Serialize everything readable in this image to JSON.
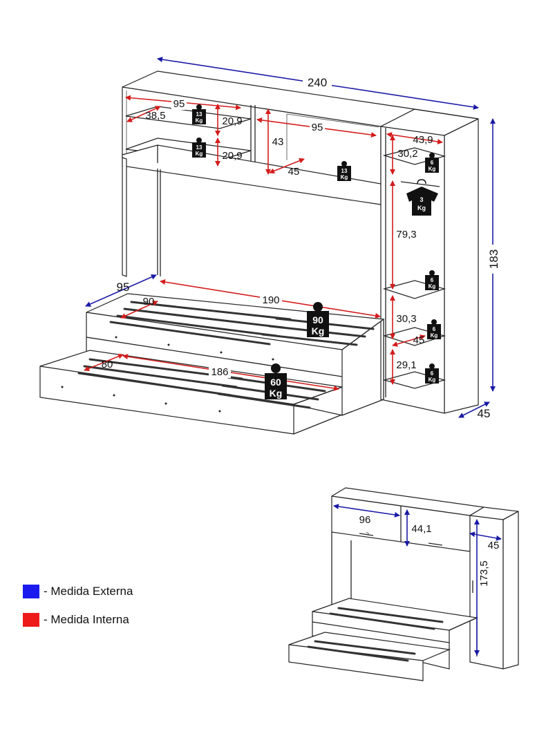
{
  "colors": {
    "external": "#1a1aa6",
    "internal": "#d41c1c",
    "line": "#222222"
  },
  "main_dimensions": {
    "width": "240",
    "height": "183",
    "depth": "45",
    "upper_left_width": "95",
    "upper_left_depth": "38,5",
    "upper_left_h1": "20,9",
    "upper_left_h2": "20,9",
    "upper_mid_width": "95",
    "upper_mid_height": "43",
    "upper_mid_depth": "45",
    "tower_width": "43,9",
    "tower_h_top": "30,2",
    "tower_h_hanging": "79,3",
    "tower_h_mid": "30,3",
    "tower_depth": "45",
    "tower_h_bottom": "29,1",
    "bed_depth_ext": "95",
    "bed_width_int": "90",
    "bed_length_int": "190",
    "trundle_width_int": "80",
    "trundle_length_int": "186"
  },
  "weights": [
    {
      "value": "13",
      "unit": "Kg"
    },
    {
      "value": "13",
      "unit": "Kg"
    },
    {
      "value": "13",
      "unit": "Kg"
    },
    {
      "value": "6",
      "unit": "Kg"
    },
    {
      "value": "3",
      "unit": "Kg"
    },
    {
      "value": "6",
      "unit": "Kg"
    },
    {
      "value": "6",
      "unit": "Kg"
    },
    {
      "value": "6",
      "unit": "Kg"
    },
    {
      "value": "90",
      "unit": "Kg"
    },
    {
      "value": "60",
      "unit": "Kg"
    }
  ],
  "small_dimensions": {
    "upper_width": "96",
    "upper_height": "44,1",
    "tower_depth": "45",
    "tower_height": "173,5"
  },
  "legend": {
    "external": "- Medida Externa",
    "internal": "- Medida Interna"
  }
}
